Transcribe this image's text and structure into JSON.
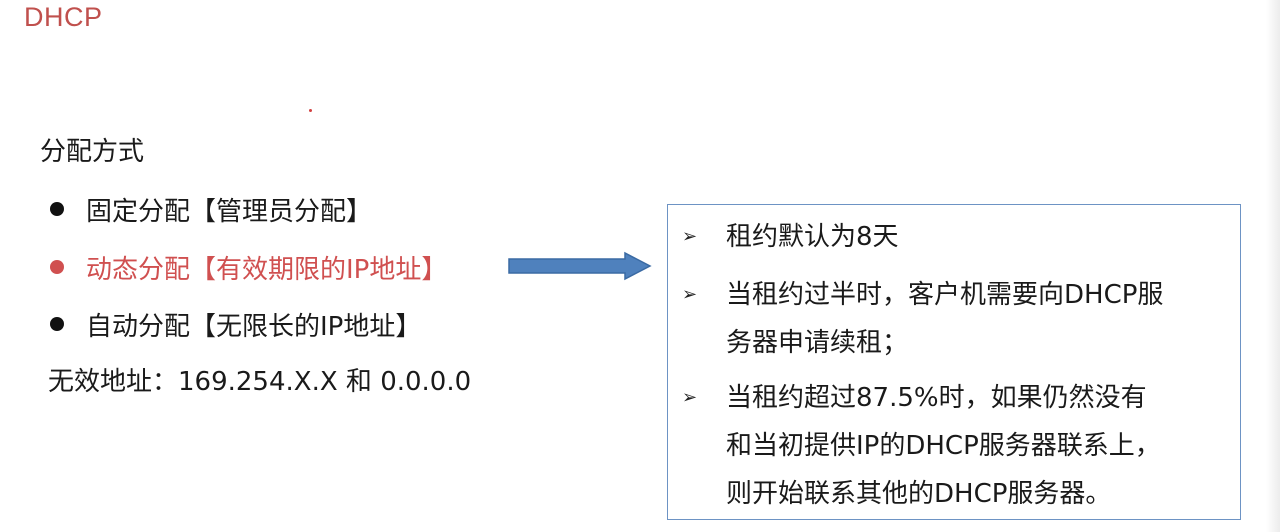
{
  "slide": {
    "title": "DHCP"
  },
  "allocation": {
    "heading": "分配方式",
    "items": [
      {
        "label": "固定分配【管理员分配】",
        "highlighted": false
      },
      {
        "label": "动态分配【有效期限的IP地址】",
        "highlighted": true
      },
      {
        "label": "自动分配【无限长的IP地址】",
        "highlighted": false
      }
    ],
    "invalid_address": "无效地址：169.254.X.X 和 0.0.0.0"
  },
  "lease_box": {
    "marker": "➢",
    "items": [
      {
        "lines": [
          "租约默认为8天"
        ]
      },
      {
        "lines": [
          "当租约过半时，客户机需要向DHCP服",
          "务器申请续租；"
        ]
      },
      {
        "lines": [
          "当租约超过87.5%时，如果仍然没有",
          "和当初提供IP的DHCP服务器联系上，",
          "则开始联系其他的DHCP服务器。"
        ]
      }
    ]
  },
  "colors": {
    "title": "#c0504d",
    "highlight": "#d05050",
    "arrow_fill": "#4f81bd",
    "box_border": "#6d93c4"
  }
}
